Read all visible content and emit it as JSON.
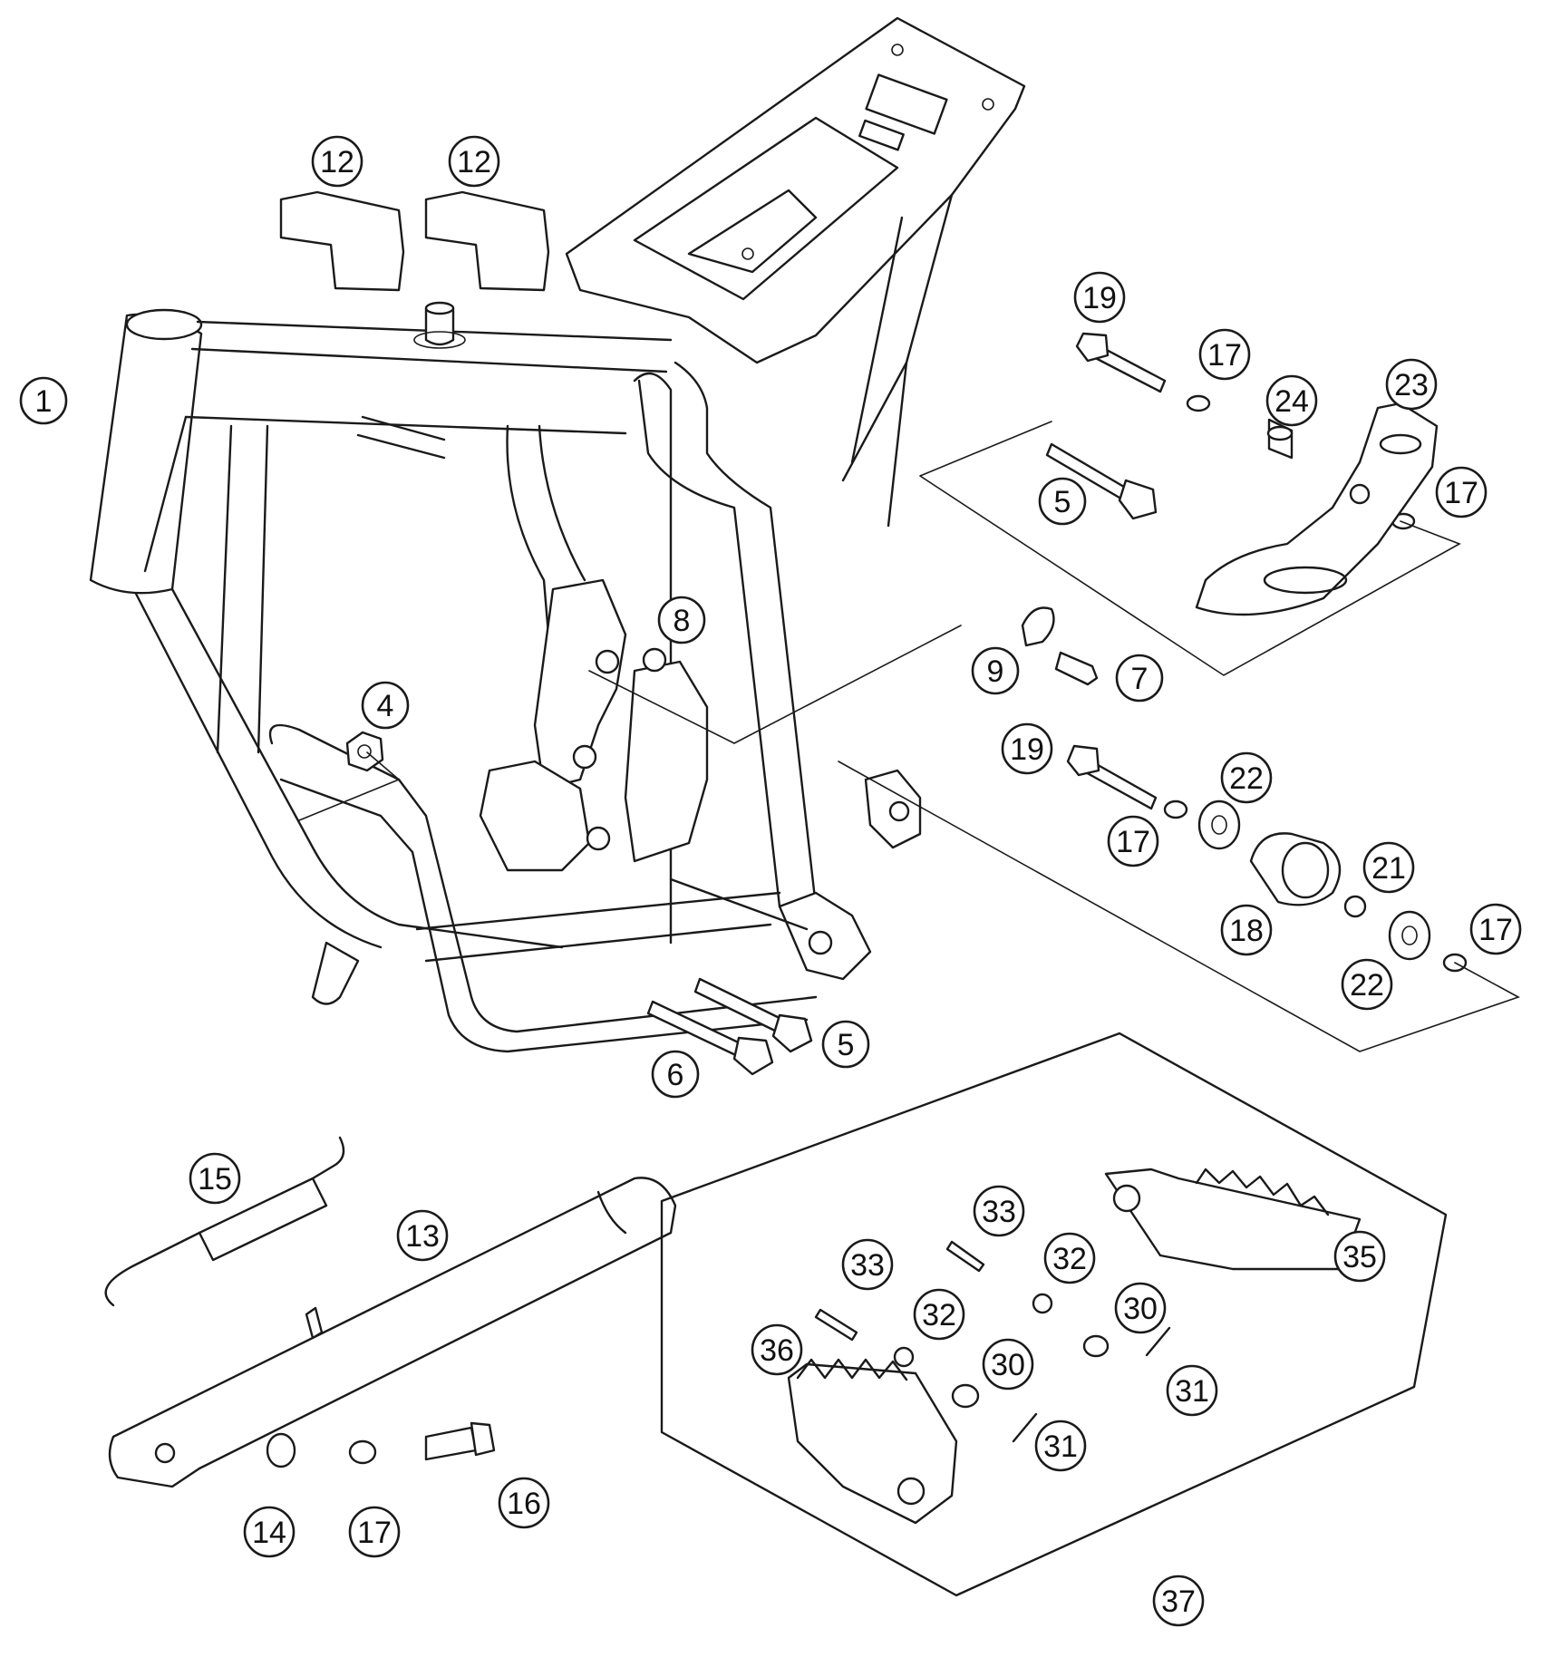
{
  "callouts": [
    {
      "id": "c1",
      "label": "1"
    },
    {
      "id": "c12a",
      "label": "12"
    },
    {
      "id": "c12b",
      "label": "12"
    },
    {
      "id": "c4",
      "label": "4"
    },
    {
      "id": "c8",
      "label": "8"
    },
    {
      "id": "c19a",
      "label": "19"
    },
    {
      "id": "c17a",
      "label": "17"
    },
    {
      "id": "c24",
      "label": "24"
    },
    {
      "id": "c23",
      "label": "23"
    },
    {
      "id": "c5a",
      "label": "5"
    },
    {
      "id": "c17b",
      "label": "17"
    },
    {
      "id": "c9",
      "label": "9"
    },
    {
      "id": "c7",
      "label": "7"
    },
    {
      "id": "c19b",
      "label": "19"
    },
    {
      "id": "c22a",
      "label": "22"
    },
    {
      "id": "c17c",
      "label": "17"
    },
    {
      "id": "c21",
      "label": "21"
    },
    {
      "id": "c18",
      "label": "18"
    },
    {
      "id": "c17d",
      "label": "17"
    },
    {
      "id": "c22b",
      "label": "22"
    },
    {
      "id": "c6",
      "label": "6"
    },
    {
      "id": "c5b",
      "label": "5"
    },
    {
      "id": "c15",
      "label": "15"
    },
    {
      "id": "c13",
      "label": "13"
    },
    {
      "id": "c14",
      "label": "14"
    },
    {
      "id": "c17e",
      "label": "17"
    },
    {
      "id": "c16",
      "label": "16"
    },
    {
      "id": "c33a",
      "label": "33"
    },
    {
      "id": "c33b",
      "label": "33"
    },
    {
      "id": "c32a",
      "label": "32"
    },
    {
      "id": "c32b",
      "label": "32"
    },
    {
      "id": "c30a",
      "label": "30"
    },
    {
      "id": "c30b",
      "label": "30"
    },
    {
      "id": "c35",
      "label": "35"
    },
    {
      "id": "c36",
      "label": "36"
    },
    {
      "id": "c31a",
      "label": "31"
    },
    {
      "id": "c31b",
      "label": "31"
    },
    {
      "id": "c37",
      "label": "37"
    }
  ]
}
